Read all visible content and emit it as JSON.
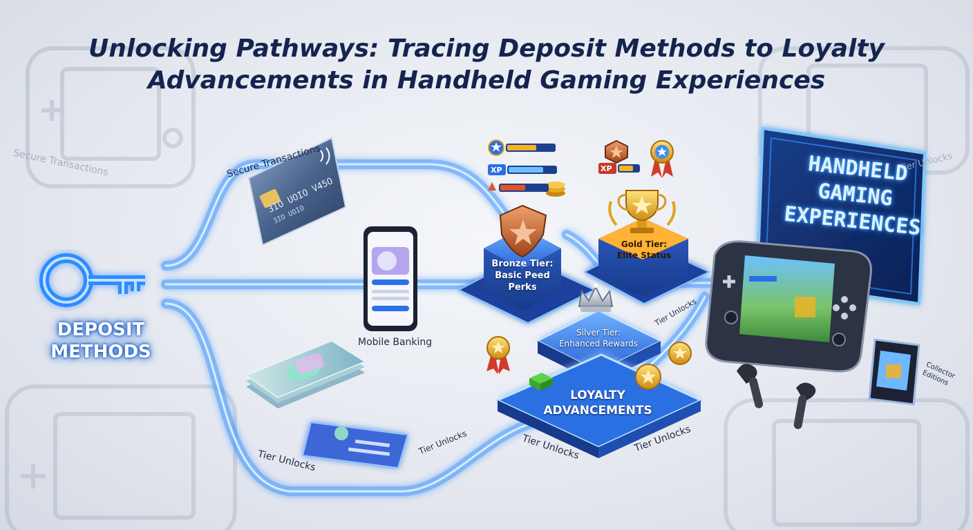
{
  "title": {
    "line1": "Unlocking Pathways: Tracing Deposit Methods to Loyalty",
    "line2": "Advancements in Handheld Gaming Experiences"
  },
  "deposit": {
    "line1": "DEPOSIT",
    "line2": "METHODS"
  },
  "labels": {
    "secure_transactions": "Secure Transactions",
    "secure_transactions_ghost": "Secure Transactions",
    "mobile_banking": "Mobile Banking",
    "tier_unlocks_left": "Tier Unlocks",
    "tier_unlocks_small": "Tier Unlocks",
    "tier_unlocks_mid": "Tier Unlocks",
    "tier_unlocks_right": "Tier Unlocks",
    "tier_unlocks_upper": "Tier Unlocks",
    "tier_unlocks_ghost": "Tier Unlocks",
    "collector_line1": "Collector",
    "collector_line2": "Editions",
    "xp_1": "XP",
    "xp_2": "XP"
  },
  "card": {
    "number": "3IO UOIO V45O",
    "number2": "3IO UOIO"
  },
  "tiers": {
    "bronze": {
      "line1": "Bronze Tier:",
      "line2": "Basic Peed",
      "line3": "Perks"
    },
    "gold": {
      "line1": "Gold Tier:",
      "line2": "Elite Status"
    },
    "silver": {
      "line1": "Silver Tier:",
      "line2": "Enhanced Rewards"
    },
    "loyalty": {
      "line1": "LOYALTY",
      "line2": "ADVANCEMENTS"
    }
  },
  "screen": {
    "line1": "HANDHELD",
    "line2": "GAMING",
    "line3": "EXPERIENCES"
  },
  "colors": {
    "title": "#14244f",
    "path_glow": "#2f8bff",
    "path_core": "#bfe4ff",
    "tier_blue": "#1f56c9",
    "gold": "#f3b323",
    "bronze": "#c0602e",
    "silver": "#c7ccd6"
  },
  "icons": [
    "key-icon",
    "credit-card-icon",
    "smartphone-icon",
    "cash-stack-icon",
    "bank-card-icon",
    "shield-icon",
    "trophy-icon",
    "crown-icon",
    "coin-icon",
    "medal-icon",
    "progress-bar-icon",
    "handheld-console-icon",
    "earbuds-icon",
    "game-cartridge-icon"
  ]
}
